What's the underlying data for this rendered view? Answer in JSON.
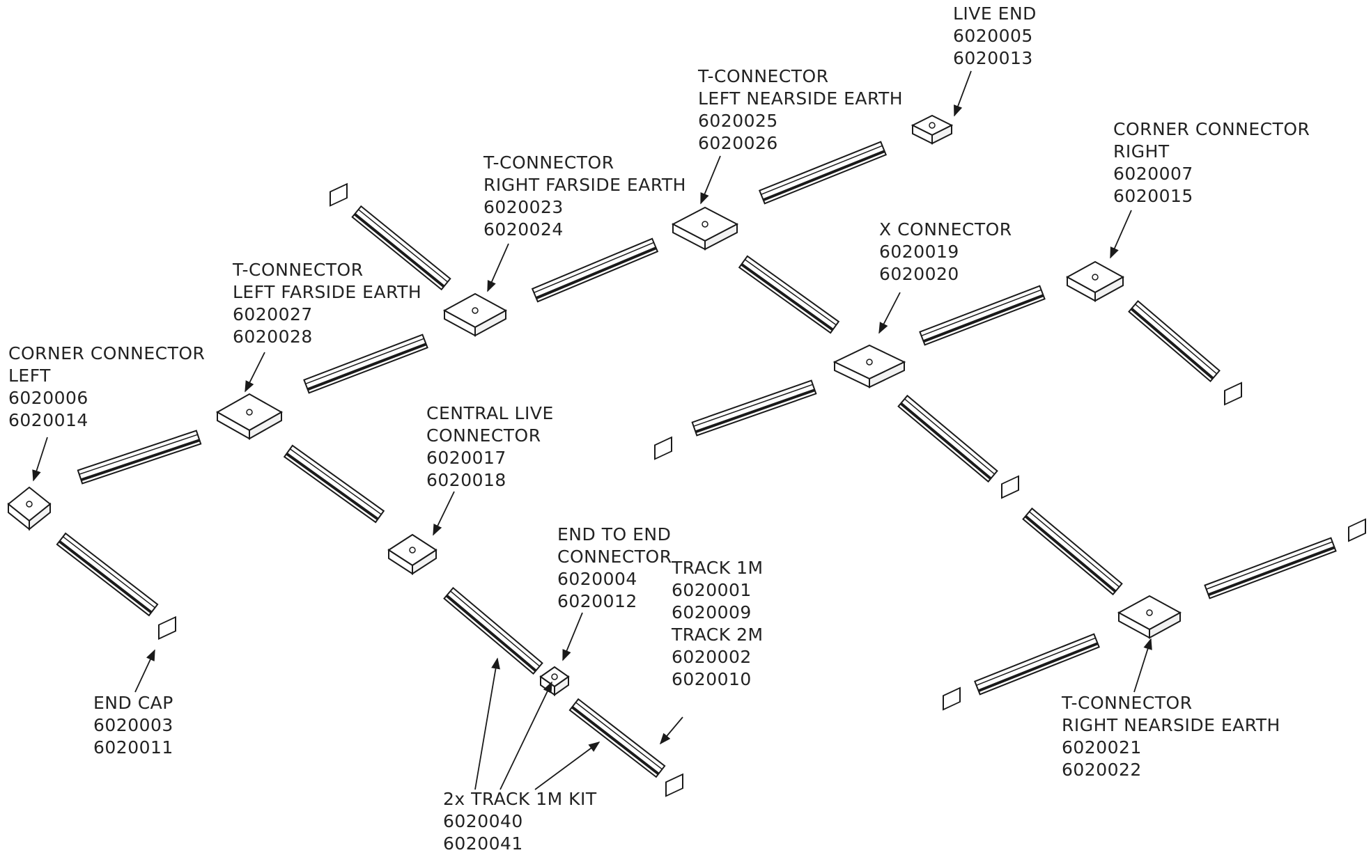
{
  "diagram": {
    "colors": {
      "line": "#1a1a1a",
      "fill": "#ffffff",
      "text": "#222222"
    },
    "labels": [
      {
        "id": "live-end",
        "lines": [
          "LIVE END",
          "6020005",
          "6020013"
        ]
      },
      {
        "id": "t-connector-left-nearside-earth",
        "lines": [
          "T-CONNECTOR",
          "LEFT NEARSIDE EARTH",
          "6020025",
          "6020026"
        ]
      },
      {
        "id": "corner-connector-right",
        "lines": [
          "CORNER CONNECTOR",
          "RIGHT",
          "6020007",
          "6020015"
        ]
      },
      {
        "id": "t-connector-right-farside-earth",
        "lines": [
          "T-CONNECTOR",
          "RIGHT FARSIDE EARTH",
          "6020023",
          "6020024"
        ]
      },
      {
        "id": "x-connector",
        "lines": [
          "X CONNECTOR",
          "6020019",
          "6020020"
        ]
      },
      {
        "id": "t-connector-left-farside-earth",
        "lines": [
          "T-CONNECTOR",
          "LEFT FARSIDE EARTH",
          "6020027",
          "6020028"
        ]
      },
      {
        "id": "corner-connector-left",
        "lines": [
          "CORNER CONNECTOR",
          "LEFT",
          "6020006",
          "6020014"
        ]
      },
      {
        "id": "central-live-connector",
        "lines": [
          "CENTRAL LIVE",
          "CONNECTOR",
          "6020017",
          "6020018"
        ]
      },
      {
        "id": "end-to-end-connector",
        "lines": [
          "END TO END",
          "CONNECTOR",
          "6020004",
          "6020012"
        ]
      },
      {
        "id": "track",
        "lines": [
          "TRACK 1M",
          "6020001",
          "6020009",
          "TRACK 2M",
          "6020002",
          "6020010"
        ]
      },
      {
        "id": "end-cap",
        "lines": [
          "END CAP",
          "6020003",
          "6020011"
        ]
      },
      {
        "id": "track-kit",
        "lines": [
          "2x TRACK 1M KIT",
          "6020040",
          "6020041"
        ]
      },
      {
        "id": "t-connector-right-nearside-earth",
        "lines": [
          "T-CONNECTOR",
          "RIGHT NEARSIDE EARTH",
          "6020021",
          "6020022"
        ]
      }
    ]
  }
}
